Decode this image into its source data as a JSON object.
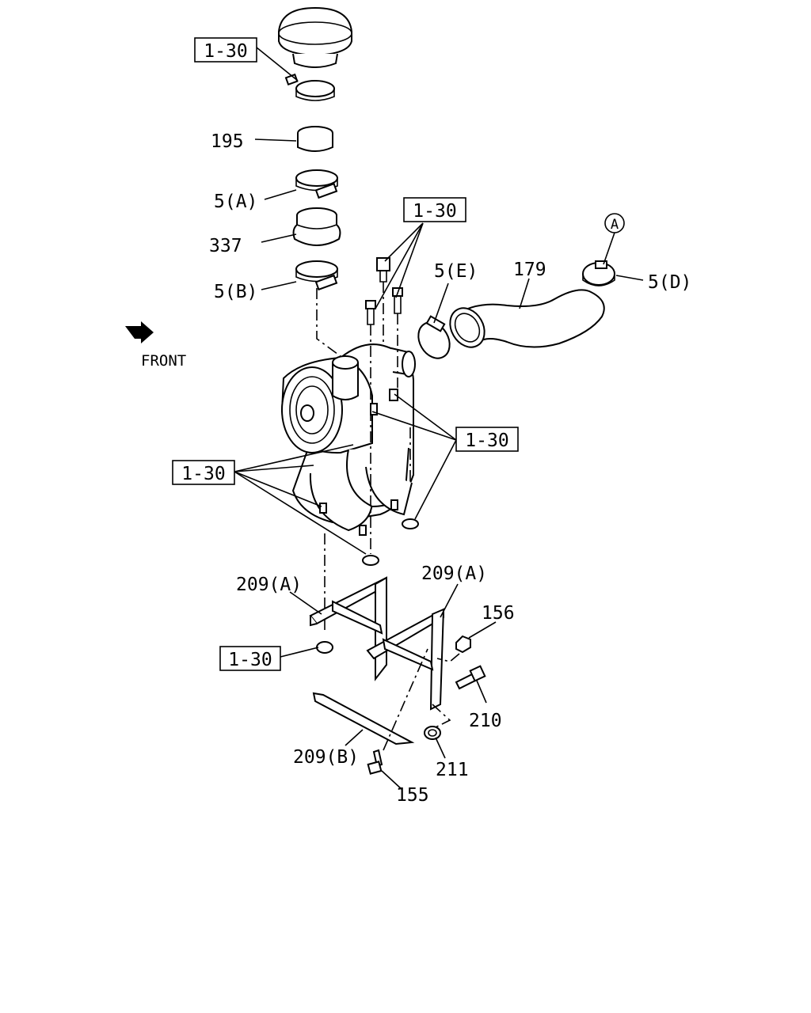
{
  "callouts": {
    "ref_top": "1-30",
    "ref_mid": "1-30",
    "ref_right": "1-30",
    "ref_left": "1-30",
    "ref_bottom": "1-30",
    "p195": "195",
    "p5a": "5(A)",
    "p337": "337",
    "p5b": "5(B)",
    "p5e": "5(E)",
    "p179": "179",
    "p5d": "5(D)",
    "circleA": "A",
    "p209a_left": "209(A)",
    "p209a_right": "209(A)",
    "p156": "156",
    "p210": "210",
    "p211": "211",
    "p209b": "209(B)",
    "p155": "155"
  },
  "front": {
    "label": "FRONT"
  },
  "colors": {
    "line": "#000000",
    "background": "#ffffff"
  }
}
